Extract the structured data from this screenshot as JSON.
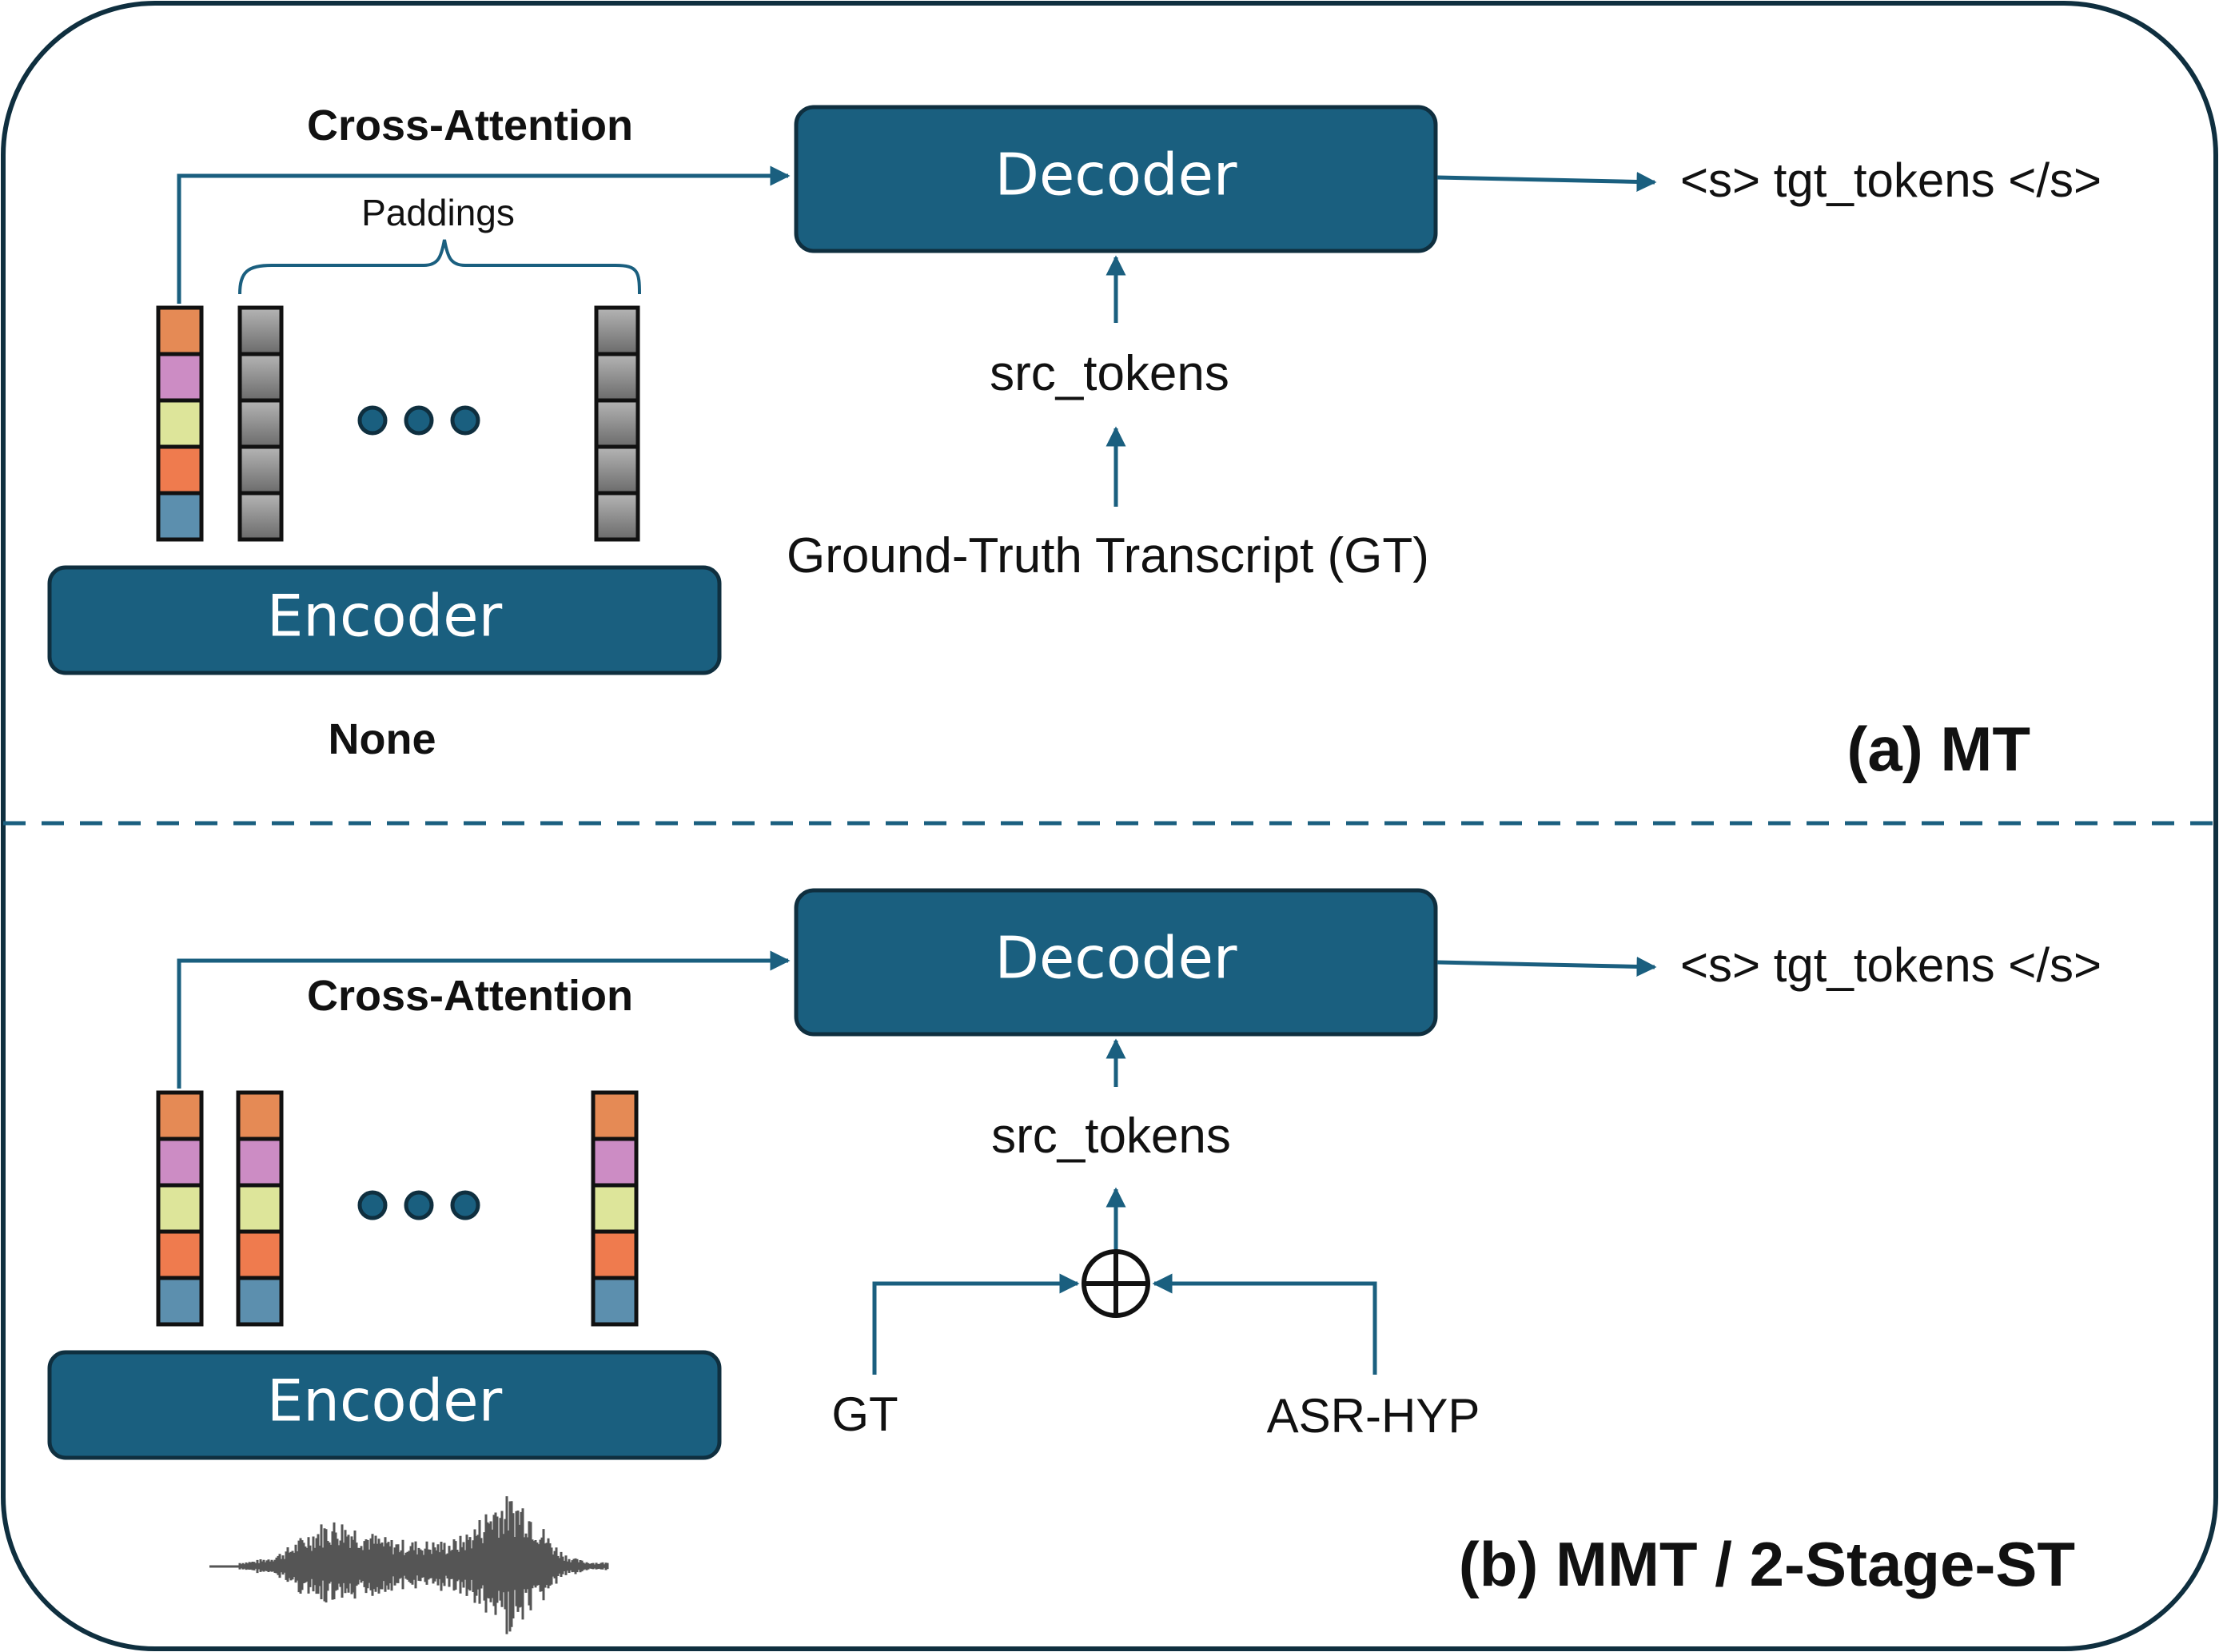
{
  "panel_a": {
    "label": "(a) MT",
    "decoder": "Decoder",
    "encoder": "Encoder",
    "cross_attention": "Cross-Attention",
    "paddings": "Paddings",
    "output": "<s> tgt_tokens </s>",
    "src_tokens": "src_tokens",
    "input": "Ground-Truth Transcript (GT)",
    "encoder_input": "None"
  },
  "panel_b": {
    "label": "(b) MMT / 2-Stage-ST",
    "decoder": "Decoder",
    "encoder": "Encoder",
    "cross_attention": "Cross-Attention",
    "output": "<s> tgt_tokens </s>",
    "src_tokens": "src_tokens",
    "input_left": "GT",
    "input_right": "ASR-HYP"
  },
  "colors": {
    "block": "#1a5f7f",
    "token_colors": [
      "#e58a55",
      "#cc8cc4",
      "#dde59a",
      "#ef7b4e",
      "#5c8fae"
    ],
    "padding": "#8a8a8a"
  }
}
